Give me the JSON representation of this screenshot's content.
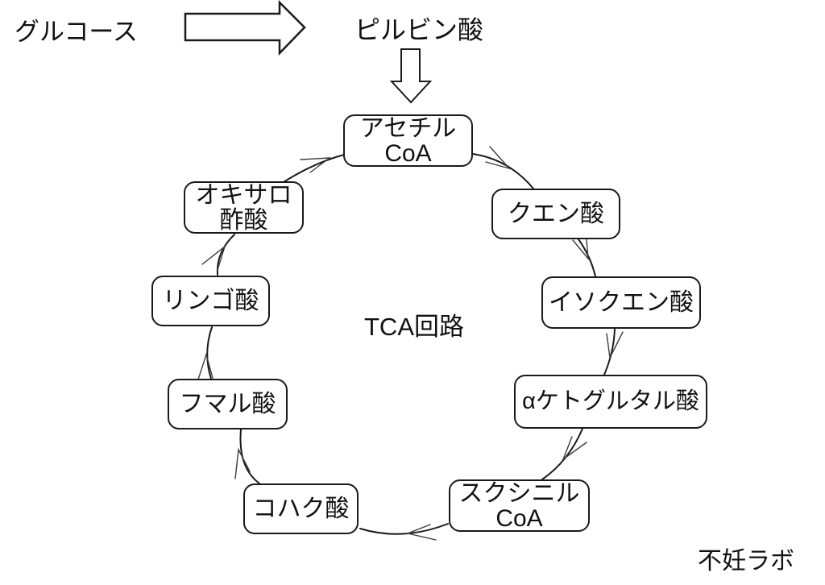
{
  "diagram": {
    "inputs": {
      "glucose": "グルコース",
      "pyruvate": "ピルビン酸"
    },
    "cycle": {
      "center_label": "TCA回路",
      "nodes": [
        {
          "label": "アセチル\nCoA"
        },
        {
          "label": "クエン酸"
        },
        {
          "label": "イソクエン酸"
        },
        {
          "label": "αケトグルタル酸"
        },
        {
          "label": "スクシニル\nCoA"
        },
        {
          "label": "コハク酸"
        },
        {
          "label": "フマル酸"
        },
        {
          "label": "リンゴ酸"
        },
        {
          "label": "オキサロ\n酢酸"
        }
      ]
    },
    "credit": "不妊ラボ"
  },
  "colors": {
    "line": "#1a1a1a",
    "arrowhead": "#3c3c3c",
    "background": "#ffffff",
    "text": "#111111"
  }
}
